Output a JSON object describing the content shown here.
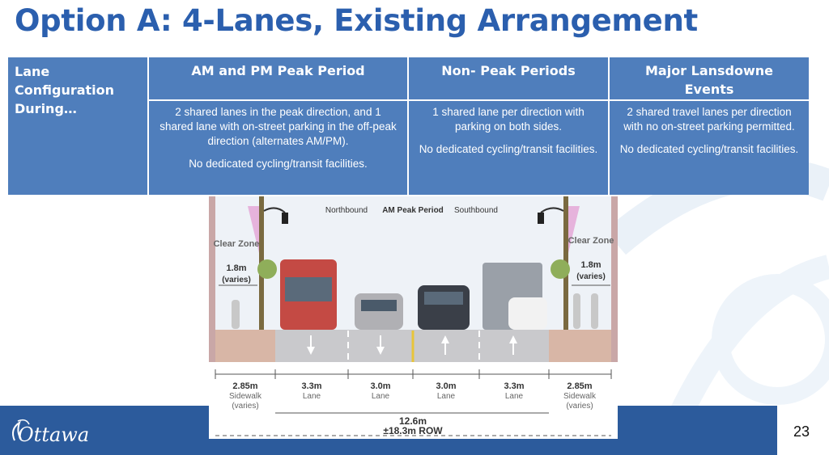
{
  "title": "Option A: 4-Lanes, Existing Arrangement",
  "table": {
    "header": {
      "row_label": "Lane Configuration During…",
      "cols": [
        "AM and PM Peak Period",
        "Non- Peak Periods",
        "Major Lansdowne Events"
      ]
    },
    "body": [
      {
        "text": "2 shared lanes in the peak direction, and 1 shared lane with on-street parking in the off-peak direction (alternates AM/PM).",
        "note": "No dedicated cycling/transit facilities."
      },
      {
        "text": "1 shared lane per direction with parking on both sides.",
        "note": "No dedicated cycling/transit facilities."
      },
      {
        "text": "2 shared travel lanes per direction with no on-street parking permitted.",
        "note": "No dedicated cycling/transit facilities."
      }
    ]
  },
  "cross_section": {
    "top_labels": {
      "northbound": "Northbound",
      "period": "AM Peak Period",
      "southbound": "Southbound"
    },
    "clear_zone_left": {
      "label": "Clear Zone",
      "width": "1.8m",
      "note": "(varies)"
    },
    "clear_zone_right": {
      "label": "Clear Zone",
      "width": "1.8m",
      "note": "(varies)"
    },
    "segments": [
      {
        "width": "2.85m",
        "label": "Sidewalk",
        "note": "(varies)"
      },
      {
        "width": "3.3m",
        "label": "Lane"
      },
      {
        "width": "3.0m",
        "label": "Lane"
      },
      {
        "width": "3.0m",
        "label": "Lane"
      },
      {
        "width": "3.3m",
        "label": "Lane"
      },
      {
        "width": "2.85m",
        "label": "Sidewalk",
        "note": "(varies)"
      }
    ],
    "roadway_total": "12.6m",
    "row_total": "±18.3m ROW"
  },
  "footer": {
    "logo": "Ottawa",
    "logo_icon": "ottawa-logo-icon",
    "page_number": "23"
  },
  "colors": {
    "title": "#2b5fae",
    "table_cell": "#4f7ebc",
    "footer": "#2c5b9c"
  }
}
